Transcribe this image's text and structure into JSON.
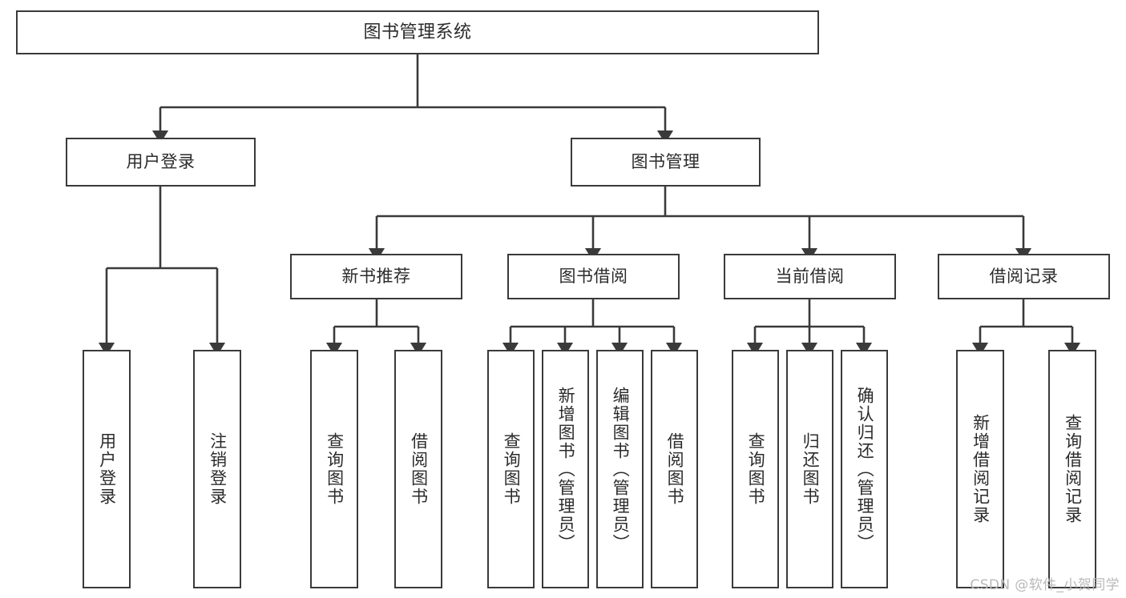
{
  "diagram": {
    "title": "图书管理系统",
    "type": "tree-hierarchy",
    "orientation": "top-down",
    "watermark": "CSDN @软件_小贺同学",
    "colors": {
      "background": "#ffffff",
      "node_border": "#3a3a3a",
      "node_fill": "#ffffff",
      "edge": "#3a3a3a",
      "text": "#2b2b2b",
      "watermark": "#b9b9b9"
    },
    "nodes": {
      "root": {
        "label": "图书管理系统"
      },
      "level1": [
        {
          "label": "用户登录"
        },
        {
          "label": "图书管理"
        }
      ],
      "level2": [
        {
          "label": "新书推荐"
        },
        {
          "label": "图书借阅"
        },
        {
          "label": "当前借阅"
        },
        {
          "label": "借阅记录"
        }
      ],
      "leaves": {
        "user_login": [
          {
            "label": "用户登录"
          },
          {
            "label": "注销登录"
          }
        ],
        "new_book_recommend": [
          {
            "label": "查询图书"
          },
          {
            "label": "借阅图书"
          }
        ],
        "book_borrow": [
          {
            "label": "查询图书"
          },
          {
            "label": "新增图书（管理员）"
          },
          {
            "label": "编辑图书（管理员）"
          },
          {
            "label": "借阅图书"
          }
        ],
        "current_borrow": [
          {
            "label": "查询图书"
          },
          {
            "label": "归还图书"
          },
          {
            "label": "确认归还（管理员）"
          }
        ],
        "borrow_record": [
          {
            "label": "新增借阅记录"
          },
          {
            "label": "查询借阅记录"
          }
        ]
      }
    }
  }
}
